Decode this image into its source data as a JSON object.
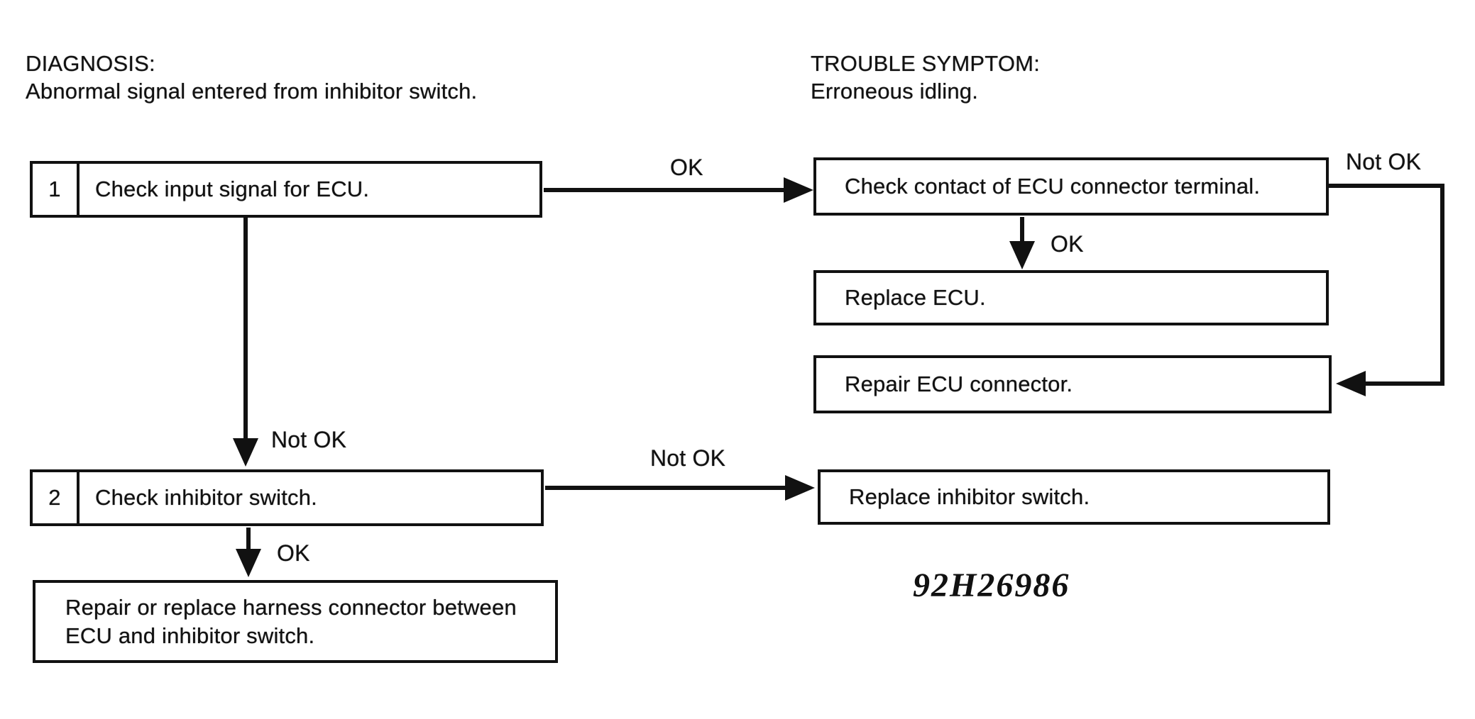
{
  "colors": {
    "paper": "#ffffff",
    "ink": "#111111"
  },
  "header_left": {
    "title": "DIAGNOSIS:",
    "body": "Abnormal signal entered from inhibitor switch."
  },
  "header_right": {
    "title": "TROUBLE SYMPTOM:",
    "body": "Erroneous idling."
  },
  "flow": {
    "step1": {
      "number": "1",
      "label": "Check input signal for ECU."
    },
    "step2": {
      "number": "2",
      "label": "Check inhibitor switch."
    },
    "check_contact": {
      "label": "Check contact of ECU connector terminal."
    },
    "replace_ecu": {
      "label": "Replace ECU."
    },
    "repair_connector": {
      "label": "Repair ECU connector."
    },
    "replace_switch": {
      "label": "Replace inhibitor switch."
    },
    "repair_harness": {
      "line1": "Repair or replace harness connector between",
      "line2": "ECU and inhibitor switch."
    },
    "edges": {
      "step1_to_contact": "OK",
      "contact_to_repair": "Not OK",
      "contact_to_replace": "OK",
      "step1_to_step2": "Not OK",
      "step2_to_replace_switch": "Not OK",
      "step2_to_harness": "OK"
    }
  },
  "figure_code": "92H26986"
}
